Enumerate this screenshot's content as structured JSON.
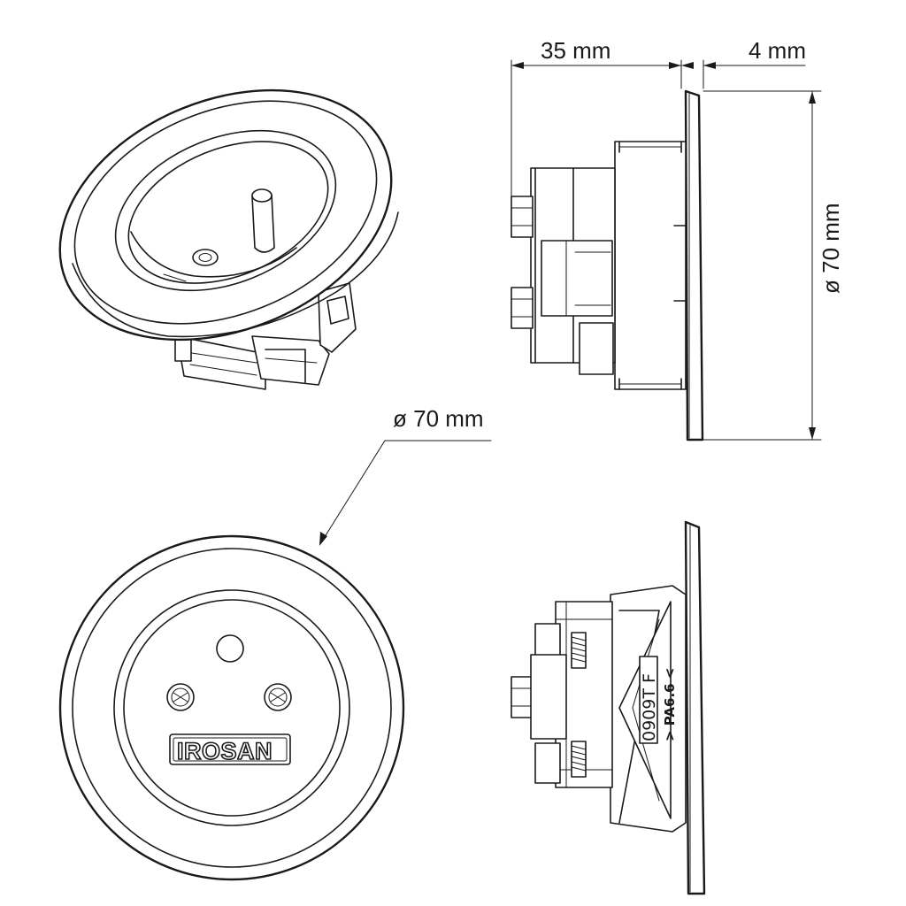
{
  "dimensions": {
    "depth_label": "35 mm",
    "plate_thickness_label": "4 mm",
    "side_diameter_label": "ø 70 mm",
    "front_diameter_label": "ø 70 mm"
  },
  "markings": {
    "brand": "IROSAN",
    "part_code": "0909T F",
    "material": "> PA6.6 <"
  }
}
